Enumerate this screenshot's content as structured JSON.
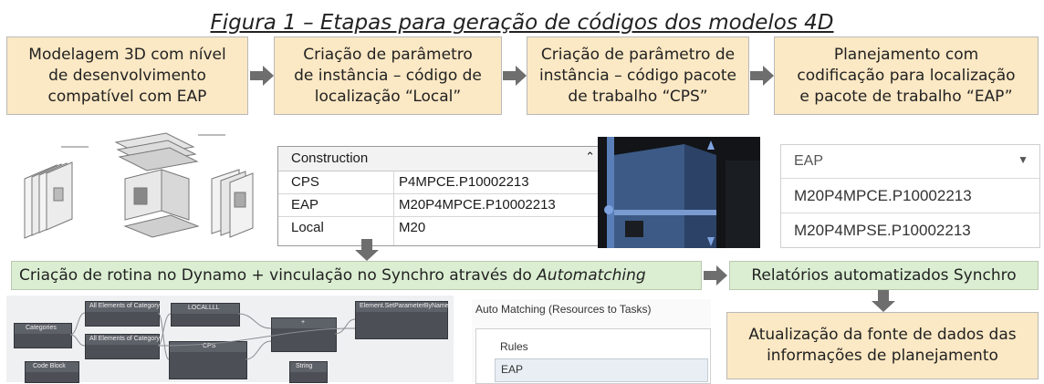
{
  "title": "Figura 1 – Etapas para geração de códigos dos modelos 4D",
  "steps": [
    {
      "line1": "Modelagem 3D com nível",
      "line2": "de desenvolvimento",
      "line3": "compatível com EAP"
    },
    {
      "line1": "Criação de parâmetro",
      "line2": "de instância – código de",
      "line3": "localização “Local”"
    },
    {
      "line1": "Criação de parâmetro de",
      "line2": "instância – código pacote",
      "line3": "de trabalho “CPS”"
    },
    {
      "line1": "Planejamento com",
      "line2": "codificação para localização",
      "line3": "e pacote de trabalho “EAP”"
    }
  ],
  "param_table": {
    "header": "Construction",
    "rows": [
      {
        "name": "CPS",
        "value": "P4MPCE.P10002213"
      },
      {
        "name": "EAP",
        "value": "M20P4MPCE.P10002213"
      },
      {
        "name": "Local",
        "value": "M20"
      }
    ]
  },
  "eap_column": {
    "header": "EAP",
    "values": [
      "M20P4MPCE.P10002213",
      "M20P4MPSE.P10002213"
    ]
  },
  "dynamo_bar": {
    "text_main": "Criação de rotina no Dynamo + vinculação no Synchro através do ",
    "text_italic": "Automatching"
  },
  "reports_box": "Relatórios automatizados Synchro",
  "update_box": {
    "line1": "Atualização da fonte de dados das",
    "line2": "informações de planejamento"
  },
  "auto_matching": {
    "title": "Auto Matching (Resources to Tasks)",
    "rules_label": "Rules",
    "rule_value": "EAP"
  },
  "dynamo_nodes": {
    "categories": "Categories",
    "all_elements_1": "All Elements of Category",
    "all_elements_2": "All Elements of Category",
    "local": "LOCALLLL",
    "cps": "CPS",
    "plus": "+",
    "set_param": "Element.SetParameterByName",
    "code_block": "Code Block",
    "string": "String"
  },
  "colors": {
    "step_fill": "#fbe8c4",
    "green_fill": "#dbeed2",
    "arrow": "#6e6e6e"
  }
}
